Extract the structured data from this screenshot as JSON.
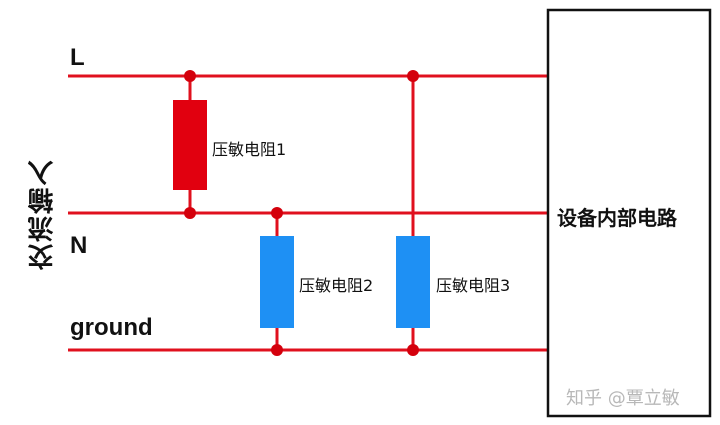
{
  "lines": {
    "l_label": "L",
    "n_label": "N",
    "ground_label": "ground"
  },
  "ac_input_label": "交流输入",
  "varistors": [
    {
      "label": "压敏电阻1",
      "color": "#e1000f"
    },
    {
      "label": "压敏电阻2",
      "color": "#1e90f4"
    },
    {
      "label": "压敏电阻3",
      "color": "#1e90f4"
    }
  ],
  "device_label": "设备内部电路",
  "watermark": "知乎 @覃立敏",
  "colors": {
    "wire": "#e0101e",
    "node": "#d4000c",
    "box_border": "#111111"
  }
}
